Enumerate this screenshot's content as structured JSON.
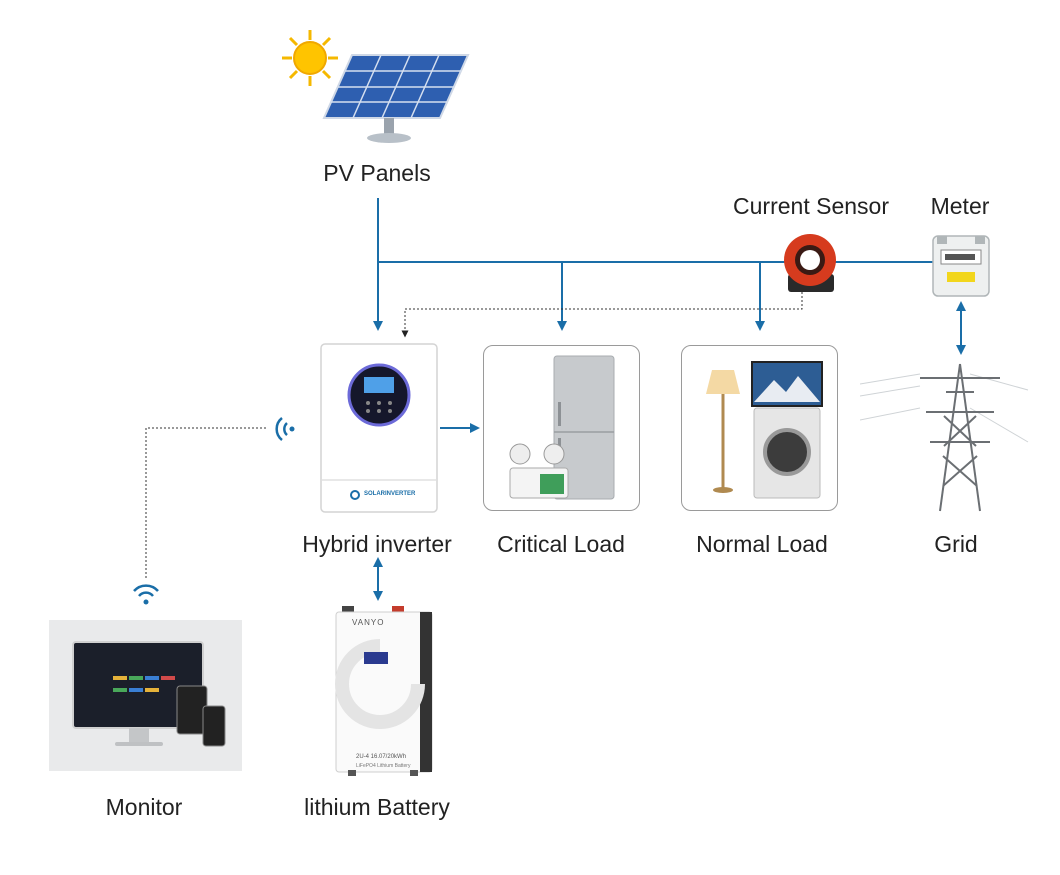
{
  "labels": {
    "pv_panels": "PV Panels",
    "current_sensor": "Current Sensor",
    "meter": "Meter",
    "hybrid_inverter": "Hybrid inverter",
    "critical_load": "Critical Load",
    "normal_load": "Normal Load",
    "grid": "Grid",
    "monitor": "Monitor",
    "battery": "lithium Battery"
  },
  "device_text": {
    "inverter_brand": "SOLARINVERTER",
    "battery_brand": "VANYO",
    "battery_model": "2U-4   16.07/20kWh",
    "battery_chem": "LiFePO4 Lithium Battery"
  },
  "colors": {
    "flow_line": "#1a6ea8",
    "signal_line": "#333333",
    "wifi": "#1a6ea8",
    "sensor_ring": "#d63b1e",
    "text": "#222222"
  }
}
